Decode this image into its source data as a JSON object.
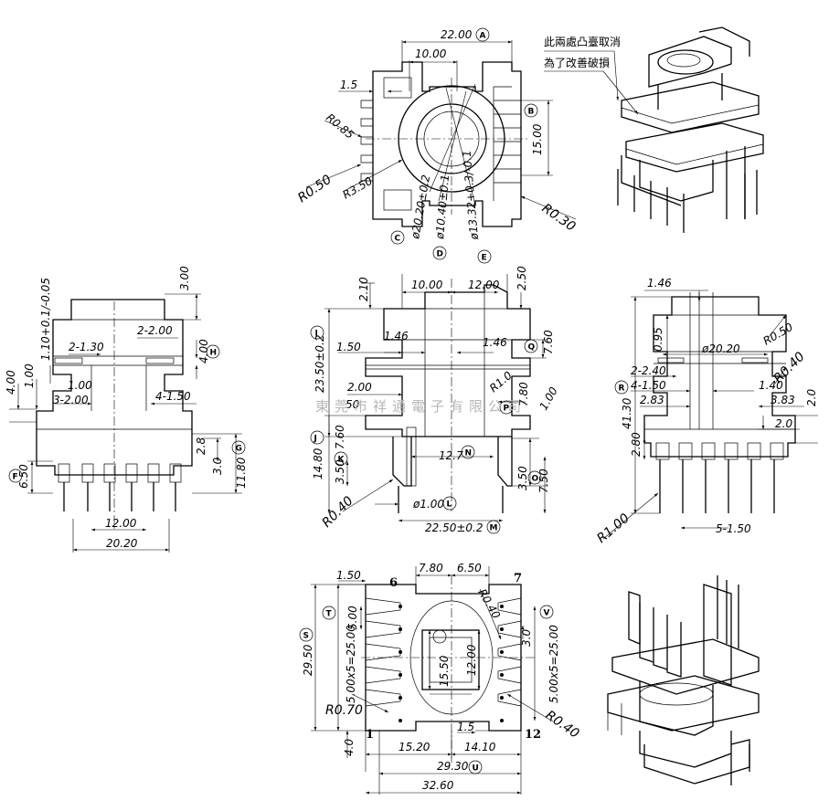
{
  "note": {
    "line1": "此兩處凸臺取消",
    "line2": "為了改善破損"
  },
  "watermark": "東莞市祥通電子有限公司",
  "circle_labels": [
    "A",
    "B",
    "C",
    "D",
    "E",
    "F",
    "G",
    "H",
    "I",
    "J",
    "K",
    "L",
    "M",
    "N",
    "O",
    "P",
    "Q",
    "R",
    "S",
    "T",
    "U",
    "V"
  ],
  "pins": {
    "p1": "1",
    "p6": "6",
    "p7": "7",
    "p12": "12"
  },
  "top_view": {
    "d_22": "22.00",
    "d_10": "10.00",
    "d_15": "1.5",
    "d_15b": "15.00",
    "r085": "R0.85",
    "r050": "R0.50",
    "r350": "R3.50",
    "r030": "R0.30",
    "phi2020": "ø20.20±0.2",
    "phi1040": "ø10.40±0.1",
    "phi1332": "ø13.32+0.3/-0.1"
  },
  "left_view": {
    "d_300": "3.00",
    "d_110": "1.10+0.1/-0.05",
    "d_2_200": "2-2.00",
    "d_2_130": "2-1.30",
    "d_400h": "4.00",
    "d_100": "1.00",
    "d_400": "4.00",
    "d_100b": "1.00",
    "d_3_200": "3-2.00",
    "d_4_150": "4-1.50",
    "d_28": "2.8",
    "d_30": "3.0",
    "d_1180": "11.80",
    "d_650": "6.50",
    "d_1200": "12.00",
    "d_2020": "20.20"
  },
  "front_view": {
    "d_210": "2.10",
    "d_1000": "10.00",
    "d_1200": "12.00",
    "d_250": "2.50",
    "d_2350": "23.50±0.2",
    "d_146a": "1.46",
    "d_146b": "1.46",
    "d_150": "1.50",
    "d_760r": "7.60",
    "d_200": "2.00",
    "d_50": "50",
    "r10": "R1.0",
    "d_780": "7.80",
    "d_100": "1.00",
    "d_1480": "14.80",
    "d_760": "7.60",
    "d_127": "12.7",
    "d_350a": "3.50",
    "d_350b": "3.50",
    "d_750": "7.50",
    "r040": "R0.40",
    "phi100": "ø1.00",
    "d_2250": "22.50±0.2"
  },
  "right_view": {
    "d_146": "1.46",
    "r050": "R0.50",
    "d_095": "0.95",
    "phi2020": "ø20.20",
    "d_4130": "41.30",
    "d_2_240": "2-2.40",
    "d_4_150": "4-1.50",
    "d_140": "1.40",
    "r040": "R0.40",
    "d_283": "2.83",
    "d_383": "3.83",
    "d_20a": "2.0",
    "d_20b": "2.0",
    "d_280": "2.80",
    "r100": "R1.00",
    "d_5_150": "5-1.50"
  },
  "bottom_view": {
    "d_150": "1.50",
    "d_780": "7.80",
    "d_650": "6.50",
    "d_500": "5.00",
    "d_2950": "29.50",
    "d_500x5a": "5.00x5=25.00",
    "d_500x5b": "5.00x5=25.00",
    "d_1550": "15.50",
    "d_1200": "12.00",
    "d_30": "3.0",
    "r040a": "R0.40",
    "r070": "R0.70",
    "r040b": "R0.40",
    "d_15": "1.5",
    "d_40": "4.0",
    "d_1520": "15.20",
    "d_1410": "14.10",
    "d_2930": "29.30",
    "d_3260": "32.60"
  }
}
